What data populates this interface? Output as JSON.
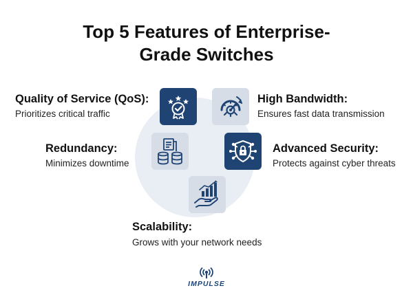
{
  "title": "Top 5 Features of Enterprise-Grade Switches",
  "title_lines": [
    "Top 5 Features of Enterprise-",
    "Grade Switches"
  ],
  "features": [
    {
      "title": "Quality of Service (QoS):",
      "desc": "Prioritizes critical traffic",
      "icon": "award-badge-icon",
      "style": "dark"
    },
    {
      "title": "High Bandwidth:",
      "desc": "Ensures fast data transmission",
      "icon": "speedometer-gear-icon",
      "style": "light"
    },
    {
      "title": "Redundancy:",
      "desc": "Minimizes downtime",
      "icon": "database-backup-icon",
      "style": "light"
    },
    {
      "title": "Advanced Security:",
      "desc": "Protects against cyber threats",
      "icon": "shield-lock-icon",
      "style": "dark"
    },
    {
      "title": "Scalability:",
      "desc": "Grows with your network needs",
      "icon": "growth-chart-hand-icon",
      "style": "light"
    }
  ],
  "logo": {
    "text": "IMPULSE",
    "icon": "signal-tower-icon"
  },
  "colors": {
    "dark_icon_bg": "#1f4474",
    "light_icon_bg": "#d6dde7",
    "center_circle": "#e9edf4",
    "text": "#111111"
  }
}
